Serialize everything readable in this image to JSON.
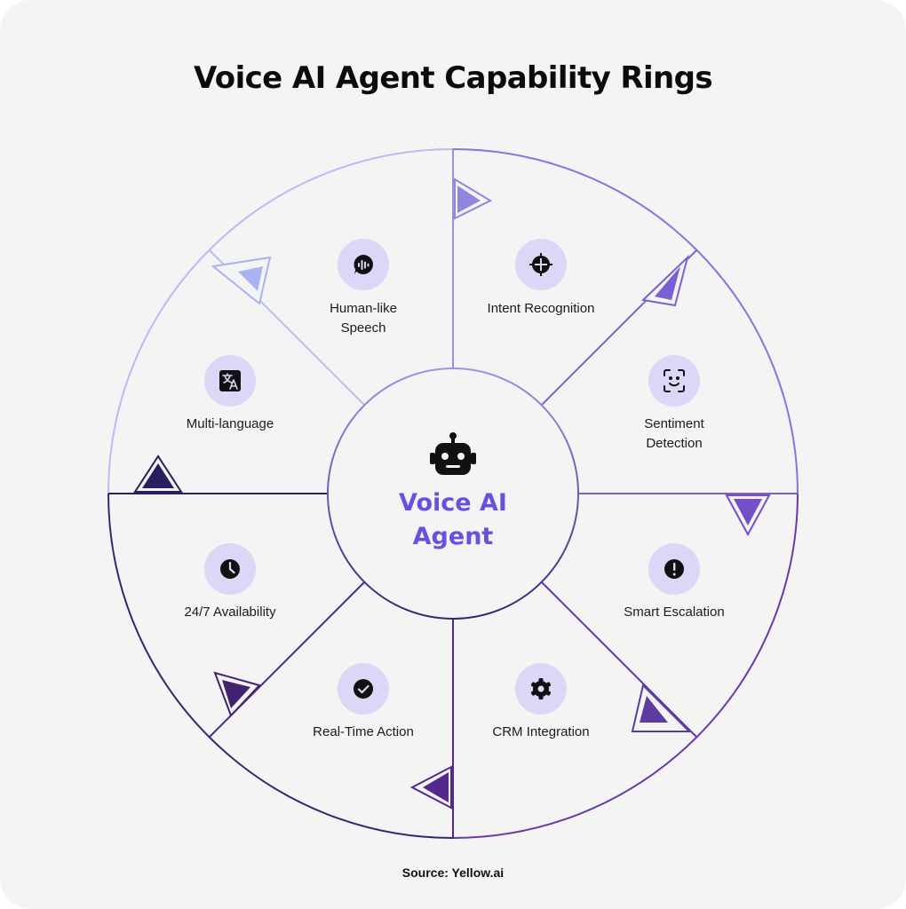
{
  "title": "Voice AI Agent Capability Rings",
  "center": {
    "line1": "Voice AI",
    "line2": "Agent",
    "icon": "robot-icon"
  },
  "segments": [
    {
      "id": "human-like-speech",
      "line1": "Human-like",
      "line2": "Speech",
      "icon": "voice-wave-icon"
    },
    {
      "id": "intent-recognition",
      "line1": "Intent Recognition",
      "line2": "",
      "icon": "crosshair-icon"
    },
    {
      "id": "sentiment-detection",
      "line1": "Sentiment",
      "line2": "Detection",
      "icon": "face-scan-icon"
    },
    {
      "id": "smart-escalation",
      "line1": "Smart Escalation",
      "line2": "",
      "icon": "alert-icon"
    },
    {
      "id": "crm-integration",
      "line1": "CRM Integration",
      "line2": "",
      "icon": "gear-icon"
    },
    {
      "id": "real-time-action",
      "line1": "Real-Time Action",
      "line2": "",
      "icon": "check-icon"
    },
    {
      "id": "availability",
      "line1": "24/7 Availability",
      "line2": "",
      "icon": "clock-icon"
    },
    {
      "id": "multi-language",
      "line1": "Multi-language",
      "line2": "",
      "icon": "translate-icon"
    }
  ],
  "source": "Source: Yellow.ai",
  "colors": {
    "background": "#f4f4f5",
    "accent": "#6b4fe0",
    "icon_disc": "#dcd6f7",
    "ring_light": "#b3b7f3",
    "ring_mid": "#8b6fd6",
    "ring_dark": "#2a1f62"
  }
}
